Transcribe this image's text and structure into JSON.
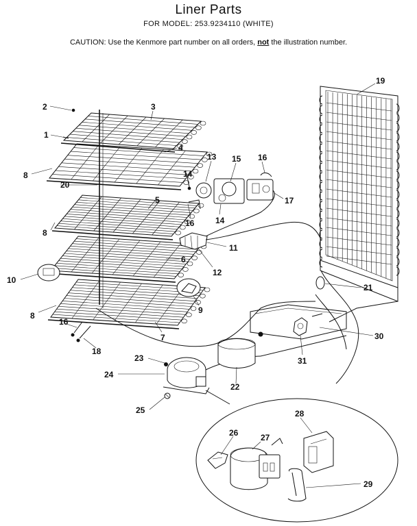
{
  "header": {
    "title": "Liner Parts",
    "model_line": "FOR MODEL: 253.9234110 (WHITE)",
    "caution_prefix": "CAUTION:  Use the Kenmore part number on all orders, ",
    "caution_not": "not",
    "caution_suffix": " the illustration number."
  },
  "callouts": [
    "2",
    "3",
    "1",
    "4",
    "8",
    "13",
    "15",
    "16",
    "14",
    "20",
    "17",
    "5",
    "14",
    "16",
    "8",
    "11",
    "12",
    "6",
    "10",
    "9",
    "8",
    "16",
    "7",
    "18",
    "19",
    "21",
    "30",
    "31",
    "23",
    "24",
    "22",
    "25",
    "28",
    "26",
    "27",
    "29"
  ]
}
